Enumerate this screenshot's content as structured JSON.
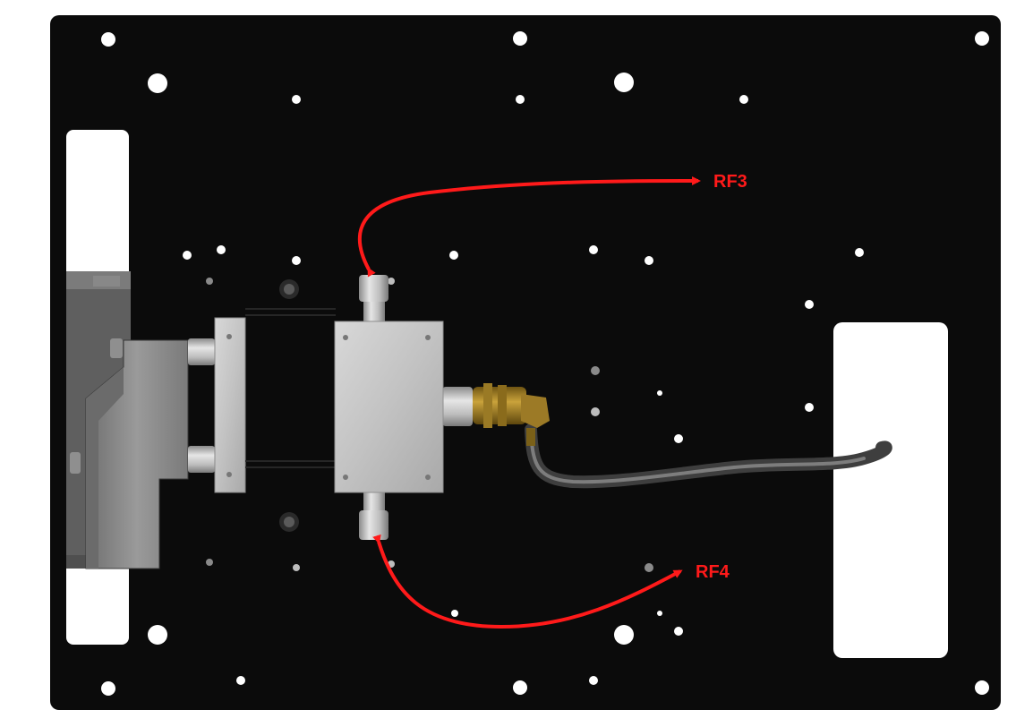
{
  "labels": {
    "rf3": "RF3",
    "rf4": "RF4"
  },
  "colors": {
    "plate": "#0b0b0b",
    "background": "#ffffff",
    "annotation": "#ff1a1a",
    "aluminum": "#c4c4c4",
    "bracket": "#8e8e8e",
    "brass": "#b08a2a",
    "cable": "#5a5a5a"
  },
  "components": [
    "mounting-plate",
    "coupler-body",
    "rf-connector-top",
    "rf-connector-bottom",
    "sma-elbow",
    "coax-cable",
    "clamp-bracket",
    "spacer-plate",
    "base-block"
  ]
}
